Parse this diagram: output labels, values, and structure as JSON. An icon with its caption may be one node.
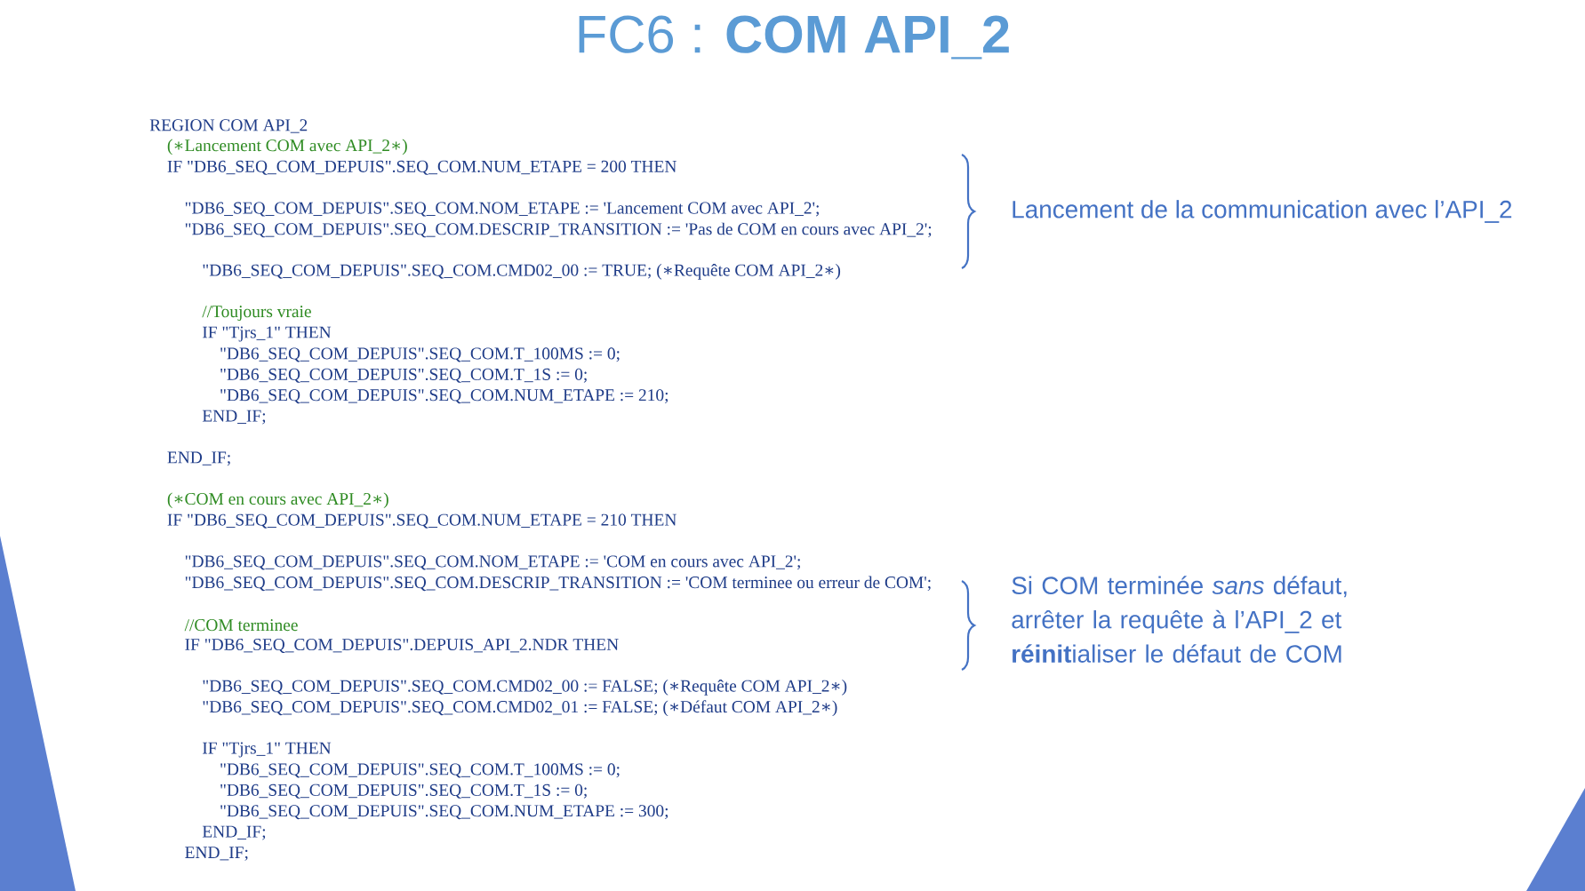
{
  "diagram": {
    "title": "FC6 : **COM API_2**",
    "labels": [
      "REGION COM API_2",
      "(∗Lancement COM avec API_2∗)",
      "IF \"DB6_SEQ_COM_DEPUIS\".SEQ_COM.NUM_ETAPE = 200 THEN",
      "\"DB6_SEQ_COM_DEPUIS\".SEQ_COM.NOM_ETAPE := 'Lancement COM avec API_2';",
      "\"DB6_SEQ_COM_DEPUIS\".SEQ_COM.DESCRIP_TRANSITION := 'Pas de COM en cours avec API_2';",
      "\"DB6_SEQ_COM_DEPUIS\".SEQ_COM.CMD02_00 := TRUE; (∗Requête COM API_2∗)",
      "//Toujours vraie",
      "IF \"Tjrs_1\" THEN",
      "\"DB6_SEQ_COM_DEPUIS\".SEQ_COM.T_100MS := 0;",
      "\"DB6_SEQ_COM_DEPUIS\".SEQ_COM.T_1S := 0;",
      "\"DB6_SEQ_COM_DEPUIS\".SEQ_COM.NUM_ETAPE := 210;",
      "END_IF;",
      "END_IF;",
      "(∗COM en cours avec API_2∗)",
      "IF \"DB6_SEQ_COM_DEPUIS\".SEQ_COM.NUM_ETAPE = 210 THEN",
      "\"DB6_SEQ_COM_DEPUIS\".SEQ_COM.NOM_ETAPE := 'COM en cours avec API_2';",
      "\"DB6_SEQ_COM_DEPUIS\".SEQ_COM.DESCRIP_TRANSITION := 'COM terminee ou erreur de COM';",
      "//COM terminee",
      "IF \"DB6_SEQ_COM_DEPUIS\".DEPUIS_API_2.NDR THEN",
      "\"DB6_SEQ_COM_DEPUIS\".SEQ_COM.CMD02_00 := FALSE; (∗Requête COM API_2∗)",
      "\"DB6_SEQ_COM_DEPUIS\".SEQ_COM.CMD02_01 := FALSE; (∗Défaut COM API_2∗)",
      "IF \"Tjrs_1\" THEN",
      "\"DB6_SEQ_COM_DEPUIS\".SEQ_COM.T_100MS := 0;",
      "\"DB6_SEQ_COM_DEPUIS\".SEQ_COM.T_1S := 0;",
      "\"DB6_SEQ_COM_DEPUIS\".SEQ_COM.NUM_ETAPE := 300;",
      "END_IF;",
      "END_IF;",
      "Lancement de la communication avec l’API_2",
      "Si COM terminée *sans* défaut, arrêter la requête à l’API_2 et **réinit**ialiser le défaut de COM"
    ]
  }
}
